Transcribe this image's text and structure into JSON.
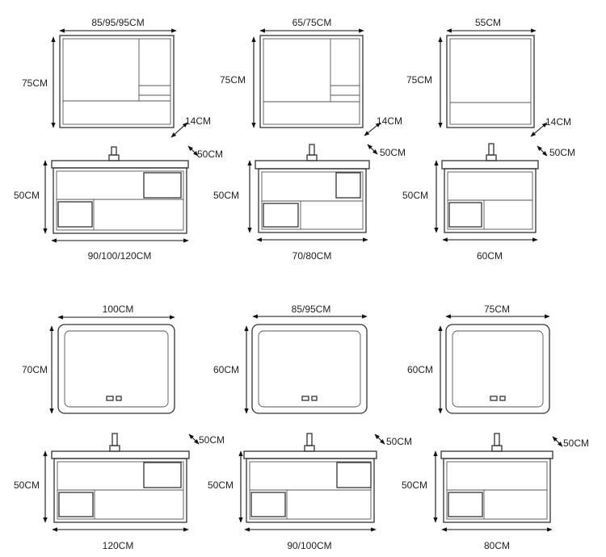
{
  "sets": [
    {
      "mirror_width": "85/95/95CM",
      "mirror_height": "75CM",
      "mirror_depth": "14CM",
      "vanity_depth": "50CM",
      "vanity_height": "50CM",
      "vanity_width": "90/100/120CM"
    },
    {
      "mirror_width": "65/75CM",
      "mirror_height": "75CM",
      "mirror_depth": "14CM",
      "vanity_depth": "50CM",
      "vanity_height": "50CM",
      "vanity_width": "70/80CM"
    },
    {
      "mirror_width": "55CM",
      "mirror_height": "75CM",
      "mirror_depth": "14CM",
      "vanity_depth": "50CM",
      "vanity_height": "50CM",
      "vanity_width": "60CM"
    },
    {
      "mirror_width": "100CM",
      "mirror_height": "70CM",
      "vanity_depth": "50CM",
      "vanity_height": "50CM",
      "vanity_width": "120CM"
    },
    {
      "mirror_width": "85/95CM",
      "mirror_height": "60CM",
      "vanity_depth": "50CM",
      "vanity_height": "50CM",
      "vanity_width": "90/100CM"
    },
    {
      "mirror_width": "75CM",
      "mirror_height": "60CM",
      "vanity_depth": "50CM",
      "vanity_height": "50CM",
      "vanity_width": "80CM"
    }
  ]
}
